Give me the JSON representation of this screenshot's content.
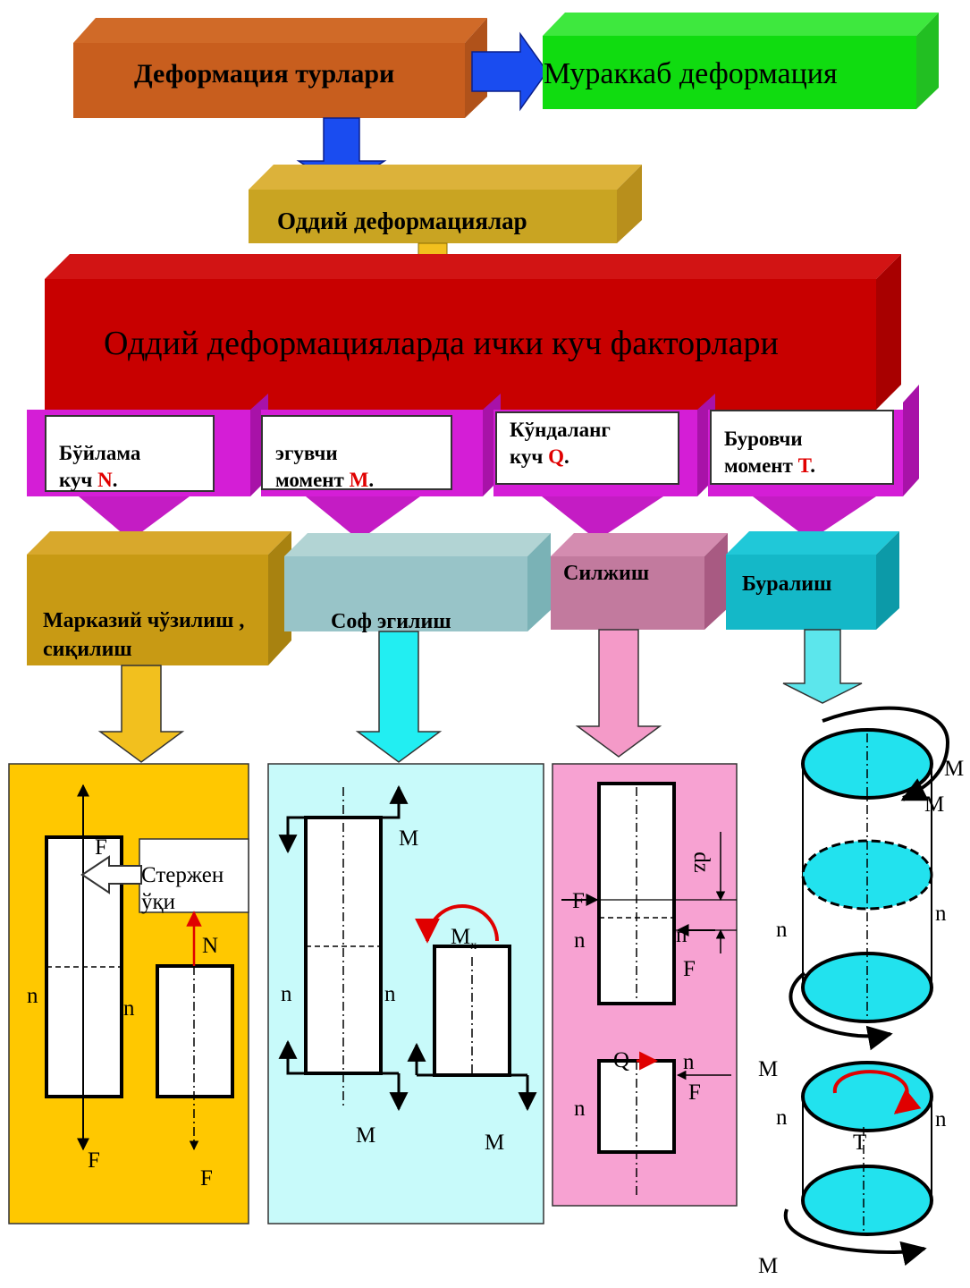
{
  "title": "Деформация турлари",
  "complex": "Мураккаб деформация",
  "simple": "Оддий деформациялар",
  "factors": "Оддий деформацияларда ички куч факторлари",
  "forces": [
    {
      "line1": "Бўйлама",
      "line2": "куч ",
      "symbol": "N",
      "end": "."
    },
    {
      "line1": "эгувчи",
      "line2": "момент ",
      "symbol": "M",
      "end": "."
    },
    {
      "line1": "Кўндаланг",
      "line2": "куч ",
      "symbol": "Q",
      "end": "."
    },
    {
      "line1": "Буровчи",
      "line2": "момент ",
      "symbol": "T",
      "end": "."
    }
  ],
  "types": {
    "tension_line1": "Марказий чўзилиш ,",
    "tension_line2": "сиқилиш",
    "bending": "Соф эгилиш",
    "shear": "Силжиш",
    "torsion": "Буралиш"
  },
  "tension_panel": {
    "F_top": "F",
    "rod_axis_line1": "Стержен",
    "rod_axis_line2": "ўқи",
    "N": "N",
    "n_left": "n",
    "n_right": "n",
    "F_bottom1": "F",
    "F_bottom2": "F"
  },
  "bending_panel": {
    "M_top": "M",
    "Mx": "M",
    "Mx_sub": "x",
    "n_left": "n",
    "n_right": "n",
    "M_bottom1": "M",
    "M_bottom2": "M"
  },
  "shear_panel": {
    "dz": "dz",
    "F_left": "F",
    "n_left": "n",
    "n_mid": "n",
    "F_right": "F",
    "Q": "Q",
    "n_bottom_right": "n",
    "F_bottom": "F",
    "n_bottom_left": "n"
  },
  "torsion_panel": {
    "M_top1": "M",
    "M_top2": "M",
    "n_left": "n",
    "n_right": "n",
    "M_mid": "M",
    "n_left2": "n",
    "n_right2": "n",
    "T": "T",
    "M_bottom": "M"
  }
}
